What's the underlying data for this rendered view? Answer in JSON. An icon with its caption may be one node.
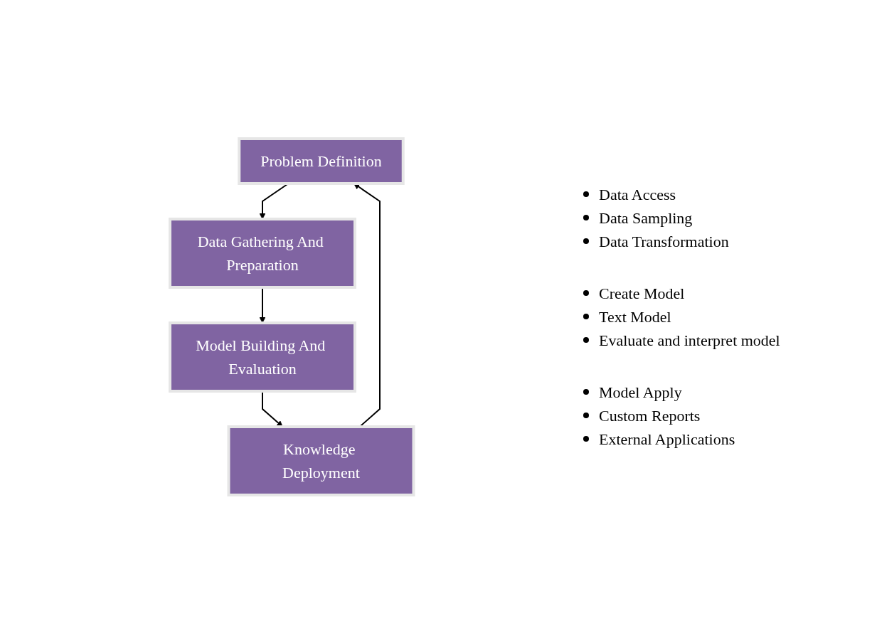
{
  "diagram": {
    "nodes": [
      {
        "text": [
          "Problem Definition"
        ]
      },
      {
        "text": [
          "Data Gathering And Preparation"
        ]
      },
      {
        "text": [
          "Model Building And Evaluation"
        ]
      },
      {
        "text": [
          "Knowledge Deployment"
        ]
      }
    ],
    "edges": [
      {
        "from": 0,
        "to": 1,
        "arrow": "to"
      },
      {
        "from": 1,
        "to": 2,
        "arrow": "to"
      },
      {
        "from": 2,
        "to": 3,
        "arrow": "to"
      },
      {
        "from": 3,
        "to": 0,
        "arrow": "to"
      }
    ],
    "labels": [
      "Data Access",
      "Data Sampling",
      "Data Transformation",
      "Create Model",
      "Text Model",
      "Evaluate and interpret model",
      "Model Apply",
      "Custom Reports",
      "External Applications"
    ]
  }
}
